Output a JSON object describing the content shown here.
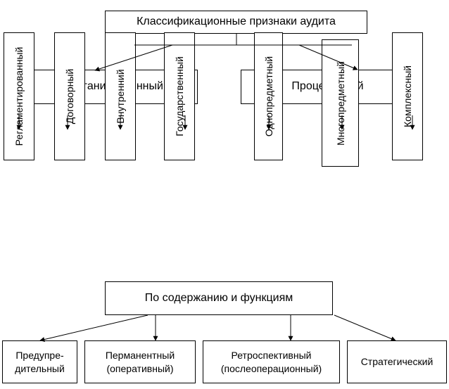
{
  "title": "Классификационные признаки аудита",
  "groups": {
    "organization": "Организационный",
    "procedural": "Процедурный",
    "content": "По содержанию и функциям"
  },
  "org_items": [
    "Регламентированный",
    "Договорный",
    "Внутренний",
    "Государственный"
  ],
  "proc_items": [
    "Однопредметный",
    "Многопредметный",
    "Комплексный"
  ],
  "content_items": [
    {
      "line1": "Предупре-",
      "line2": "дительный"
    },
    {
      "line1": "Перманентный",
      "line2": "(оперативный)"
    },
    {
      "line1": "Ретроспективный",
      "line2": "(послеоперационный)"
    },
    {
      "line1": "Стратегический",
      "line2": ""
    }
  ]
}
